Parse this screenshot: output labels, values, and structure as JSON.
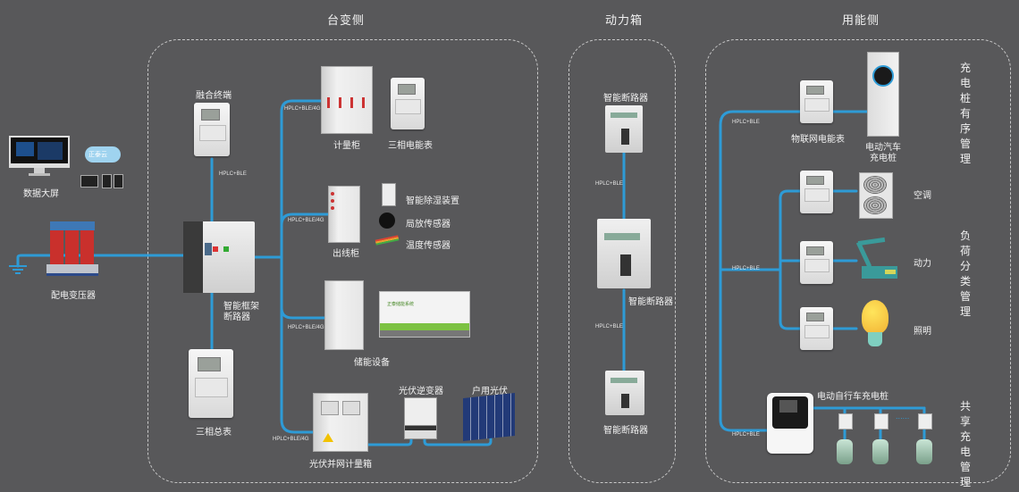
{
  "sections": {
    "transformer_side": "台变侧",
    "power_box": "动力箱",
    "consumer_side": "用能侧"
  },
  "left": {
    "data_screen": "数据大屏",
    "cloud_label": "正泰云",
    "transformer": "配电变压器"
  },
  "transformer_side": {
    "fusion_terminal": "融合终端",
    "frame_breaker": "智能框架\n断路器",
    "frame_breaker_l1": "智能框架",
    "frame_breaker_l2": "断路器",
    "three_phase_total_meter": "三相总表",
    "metering_cabinet": "计量柜",
    "three_phase_meter": "三相电能表",
    "outgoing_cabinet": "出线柜",
    "dehumidifier": "智能除湿装置",
    "pd_sensor": "局放传感器",
    "temp_sensor": "温度传感器",
    "storage": "储能设备",
    "storage_container_text": "正泰储能系统",
    "pv_meter_box": "光伏并网计量箱",
    "pv_inverter": "光伏逆变器",
    "home_pv": "户用光伏",
    "protocols": {
      "terminal_link": "HPLC+BLE",
      "metering": "HPLC+BLE/4G",
      "outgoing": "HPLC+BLE/4G",
      "storage": "HPLC+BLE/4G",
      "pv": "HPLC+BLE/4G"
    }
  },
  "power_box": {
    "breaker_top": "智能断路器",
    "breaker_mid": "智能断路器",
    "breaker_bottom": "智能断路器",
    "protocol_1": "HPLC+BLE",
    "protocol_2": "HPLC+BLE"
  },
  "consumer_side": {
    "iot_meter": "物联网电能表",
    "ev_charger_l1": "电动汽车",
    "ev_charger_l2": "充电桩",
    "aircon": "空调",
    "power": "动力",
    "lighting": "照明",
    "ebike_charger": "电动自行车充电桩",
    "ellipsis": "......",
    "protocol_1": "HPLC+BLE",
    "protocol_2": "HPLC+BLE",
    "protocol_3": "HPLC+BLE",
    "group_ev": "充电桩有序管理",
    "group_load": "负荷分类管理",
    "group_shared": "共享充电管理"
  },
  "colors": {
    "background": "#58585a",
    "link_line": "#2e9bd6",
    "dashed_border": "#c9c9c9",
    "text": "#f2f2f2"
  }
}
